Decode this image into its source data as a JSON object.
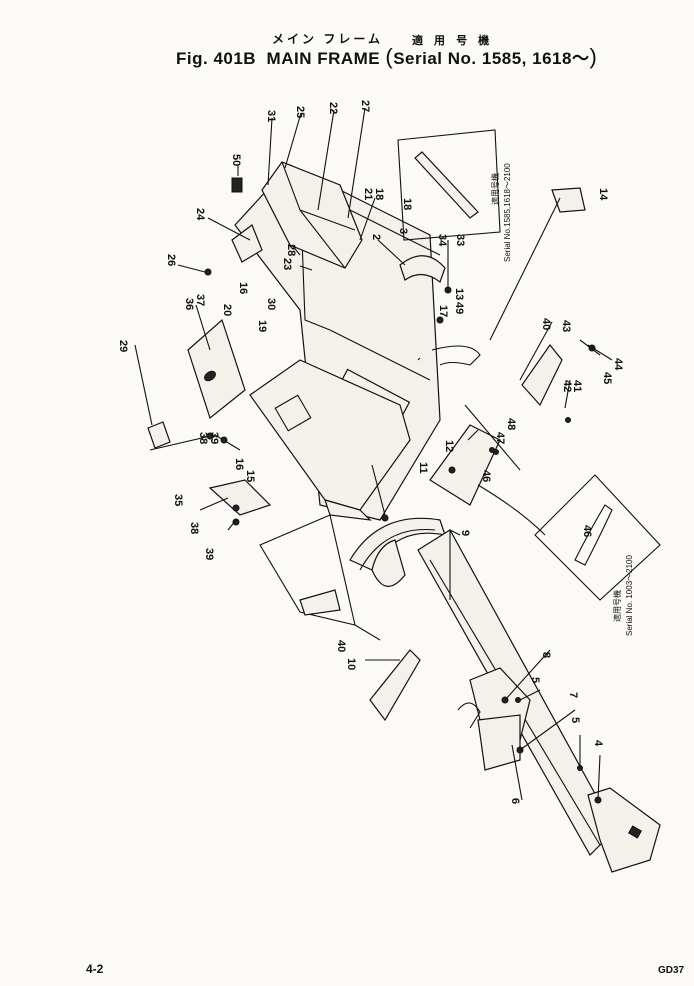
{
  "header": {
    "jp_title": "メイン フレーム",
    "jp_serial": "適 用 号 機",
    "fig_label": "Fig. 401B",
    "title": "MAIN FRAME",
    "serial": "Serial No. 1585, 1618～"
  },
  "inset_notes": {
    "top_jp": "適用号機",
    "top_serial": "Serial No.1585,1618～2100",
    "bottom_jp": "適用号機",
    "bottom_serial": "Serial No. 1003～2100"
  },
  "part_labels": [
    {
      "id": "31",
      "text": "31"
    },
    {
      "id": "25",
      "text": "25"
    },
    {
      "id": "22",
      "text": "22"
    },
    {
      "id": "27",
      "text": "27"
    },
    {
      "id": "50",
      "text": "50"
    },
    {
      "id": "24",
      "text": "24"
    },
    {
      "id": "26",
      "text": "26"
    },
    {
      "id": "21",
      "text": "21"
    },
    {
      "id": "18a",
      "text": "18"
    },
    {
      "id": "28",
      "text": "28"
    },
    {
      "id": "23",
      "text": "23"
    },
    {
      "id": "3",
      "text": "3"
    },
    {
      "id": "2",
      "text": "2"
    },
    {
      "id": "34",
      "text": "34"
    },
    {
      "id": "33",
      "text": "33"
    },
    {
      "id": "14",
      "text": "14"
    },
    {
      "id": "36",
      "text": "36"
    },
    {
      "id": "37",
      "text": "37"
    },
    {
      "id": "16a",
      "text": "16"
    },
    {
      "id": "20",
      "text": "20"
    },
    {
      "id": "30",
      "text": "30"
    },
    {
      "id": "19",
      "text": "19"
    },
    {
      "id": "17",
      "text": "17"
    },
    {
      "id": "13",
      "text": "13"
    },
    {
      "id": "49",
      "text": "49"
    },
    {
      "id": "40a",
      "text": "40"
    },
    {
      "id": "43",
      "text": "43"
    },
    {
      "id": "44",
      "text": "44"
    },
    {
      "id": "45",
      "text": "45"
    },
    {
      "id": "29",
      "text": "29"
    },
    {
      "id": "42",
      "text": "42"
    },
    {
      "id": "41",
      "text": "41"
    },
    {
      "id": "48",
      "text": "48"
    },
    {
      "id": "47",
      "text": "47"
    },
    {
      "id": "46a",
      "text": "46"
    },
    {
      "id": "12",
      "text": "12"
    },
    {
      "id": "11",
      "text": "11"
    },
    {
      "id": "38a",
      "text": "38"
    },
    {
      "id": "39a",
      "text": "39"
    },
    {
      "id": "16b",
      "text": "16"
    },
    {
      "id": "15",
      "text": "15"
    },
    {
      "id": "35",
      "text": "35"
    },
    {
      "id": "38b",
      "text": "38"
    },
    {
      "id": "39b",
      "text": "39"
    },
    {
      "id": "9",
      "text": "9"
    },
    {
      "id": "46b",
      "text": "46"
    },
    {
      "id": "40b",
      "text": "40"
    },
    {
      "id": "10",
      "text": "10"
    },
    {
      "id": "8",
      "text": "8"
    },
    {
      "id": "5a",
      "text": "5"
    },
    {
      "id": "7",
      "text": "7"
    },
    {
      "id": "5b",
      "text": "5"
    },
    {
      "id": "4",
      "text": "4"
    },
    {
      "id": "6",
      "text": "6"
    },
    {
      "id": "18b",
      "text": "18"
    }
  ],
  "footer": {
    "page": "4-2",
    "code": "GD37"
  }
}
